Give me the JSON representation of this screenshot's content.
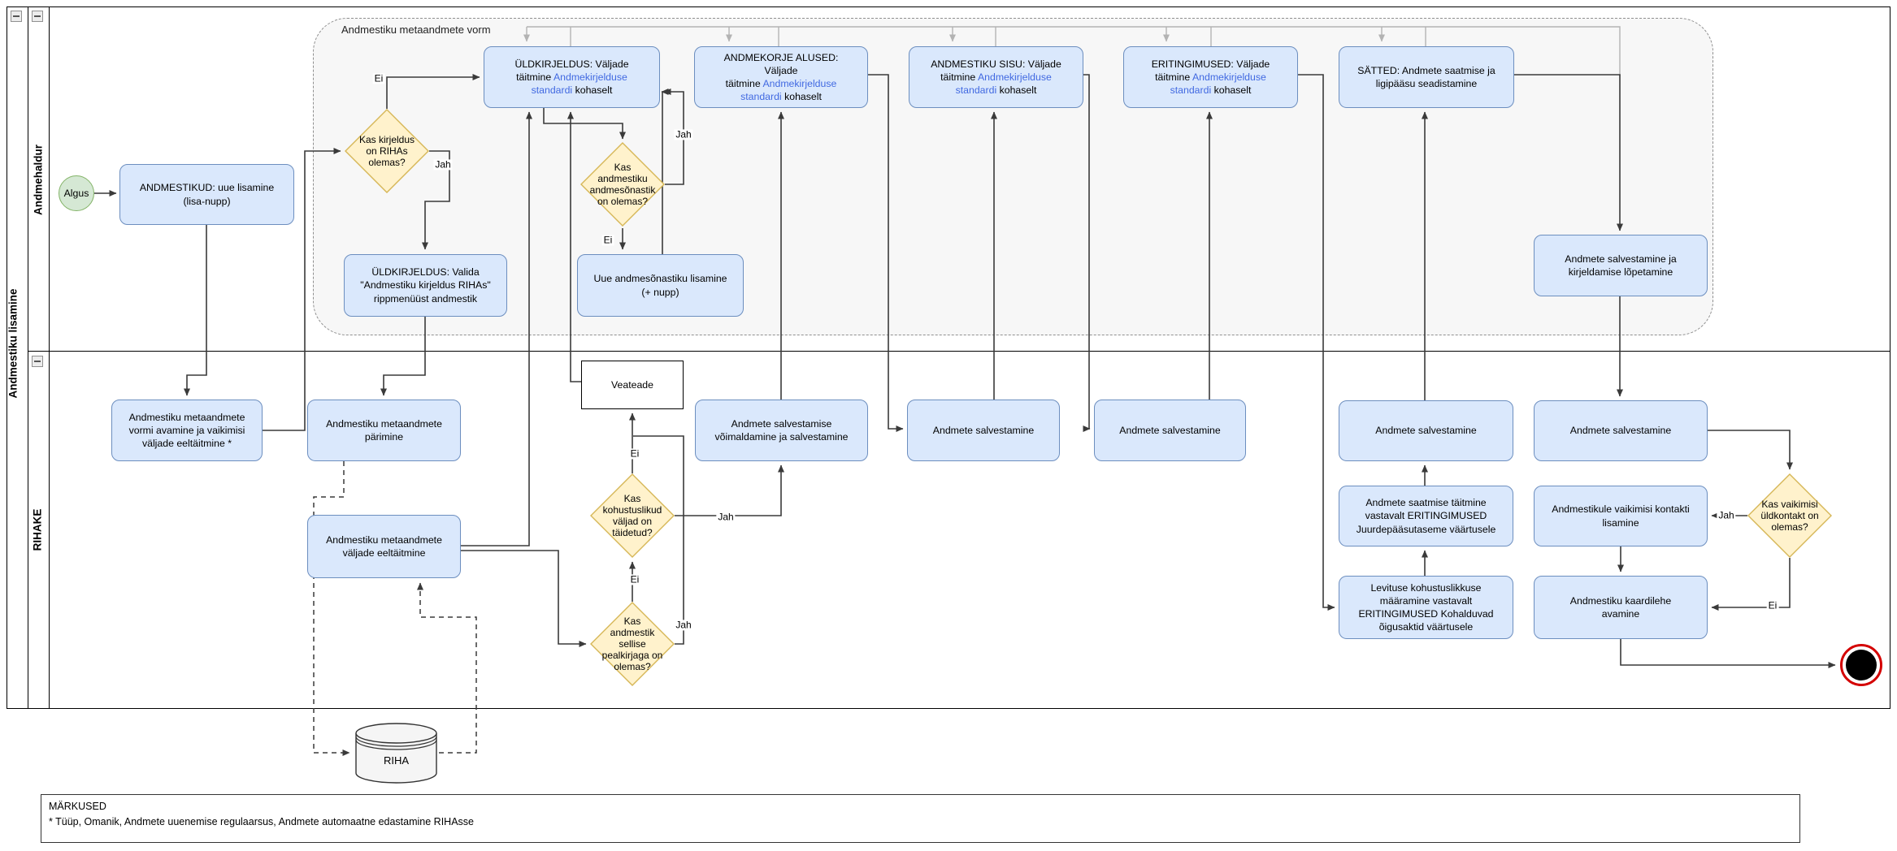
{
  "colors": {
    "node_fill": "#dae8fc",
    "node_border": "#6c8ebf",
    "decision_fill": "#fff2cc",
    "decision_border": "#d6b656",
    "start_fill": "#d5e8d4",
    "start_border": "#82b366",
    "end_ring": "#d40000",
    "link_color": "#4169e1",
    "line": "#3a3a3a",
    "bus": "#b3b3b3",
    "container_fill": "#f7f7f7",
    "container_border": "#8f8f8f"
  },
  "pool": {
    "title": "Andmestiku lisamine",
    "lane_top": "Andmehaldur",
    "lane_bottom": "RIHAKE"
  },
  "container_label": "Andmestiku metaandmete vorm",
  "edge_labels": {
    "ei": "Ei",
    "jah": "Jah"
  },
  "notes": {
    "title": "MÄRKUSED",
    "body": "* Tüüp, Omanik, Andmete uuenemise regulaarsus, Andmete automaatne edastamine RIHAsse"
  },
  "nodes": {
    "start": {
      "label": "Algus"
    },
    "a1": {
      "text": "ANDMESTIKUD: uue lisamine\n(lisa-nupp)"
    },
    "d1": {
      "text": "Kas kirjeldus\non RIHAs\nolemas?"
    },
    "b1": {
      "prefix": "ÜLDKIRJELDUS: Väljade\ntäitmine ",
      "link": "Andmekirjelduse\nstandardi",
      "suffix": " kohaselt"
    },
    "b2": {
      "prefix": "ANDMEKORJE ALUSED:\nVäljade\ntäitmine ",
      "link": "Andmekirjelduse\nstandardi",
      "suffix": " kohaselt"
    },
    "b3": {
      "prefix": "ANDMESTIKU SISU: Väljade\ntäitmine ",
      "link": "Andmekirjelduse\nstandardi",
      "suffix": " kohaselt"
    },
    "b4": {
      "prefix": "ERITINGIMUSED: Väljade\ntäitmine ",
      "link": "Andmekirjelduse\nstandardi",
      "suffix": " kohaselt"
    },
    "b5": {
      "text": "SÄTTED: Andmete saatmise ja\nligipääsu seadistamine"
    },
    "b6": {
      "text": "ÜLDKIRJELDUS: Valida\n\"Andmestiku kirjeldus RIHAs\"\nrippmenüüst andmestik"
    },
    "d2": {
      "text": "Kas\nandmestiku\nandmesõnastik\non olemas?"
    },
    "b7": {
      "text": "Uue andmesõnastiku lisamine\n(+ nupp)"
    },
    "b8": {
      "text": "Andmete salvestamine ja\nkirjeldamise lõpetamine"
    },
    "c1": {
      "text": "Andmestiku metaandmete\nvormi avamine ja vaikimisi\nväljade eeltäitmine *"
    },
    "c2": {
      "text": "Andmestiku metaandmete\npärimine"
    },
    "c3": {
      "text": "Andmestiku metaandmete\nväljade eeltäitmine"
    },
    "veateade": {
      "text": "Veateade"
    },
    "c5": {
      "text": "Andmete salvestamise\nvõimaldamine ja salvestamine"
    },
    "d3": {
      "text": "Kas\nkohustuslikud\nväljad on\ntäidetud?"
    },
    "d4": {
      "text": "Kas\nandmestik\nsellise\npealkirjaga on\nolemas?"
    },
    "s1": {
      "text": "Andmete salvestamine"
    },
    "s2": {
      "text": "Andmete salvestamine"
    },
    "s3": {
      "text": "Andmete salvestamine"
    },
    "s4": {
      "text": "Andmete salvestamine"
    },
    "c6": {
      "text": "Andmete saatmise täitmine\nvastavalt ERITINGIMUSED\nJuurdepääsutaseme väärtusele"
    },
    "c7": {
      "text": "Levituse kohustuslikkuse\nmääramine vastavalt\nERITINGIMUSED Kohalduvad\nõigusaktid väärtusele"
    },
    "c8": {
      "text": "Andmestikule vaikimisi kontakti\nlisamine"
    },
    "c9": {
      "text": "Andmestiku kaardilehe\navamine"
    },
    "d5": {
      "text": "Kas vaikimisi\nüldkontakt on\nolemas?"
    },
    "riha": {
      "label": "RIHA"
    }
  }
}
